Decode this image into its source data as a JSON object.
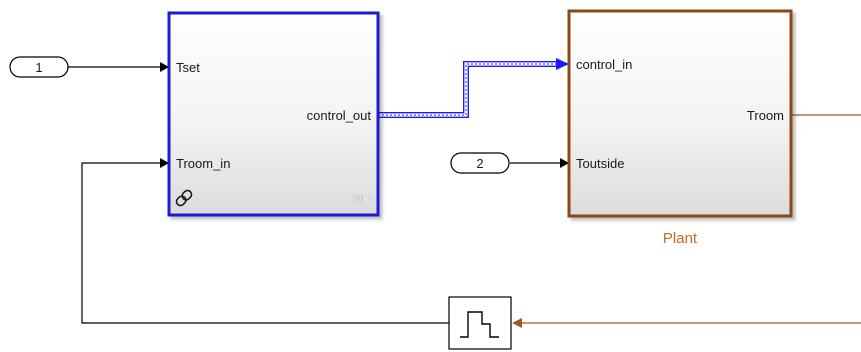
{
  "diagram": {
    "colors": {
      "signal": "#000000",
      "bus": "#1a1aff",
      "controller_border": "#1a1ad6",
      "plant_border": "#8a4a16",
      "plant_signal": "#9a5a1e",
      "plant_label": "#c56a1c"
    },
    "inports": [
      {
        "number": "1"
      },
      {
        "number": "2"
      }
    ],
    "controller": {
      "inputs": [
        "Tset",
        "Troom_in"
      ],
      "output": "control_out",
      "link_icon": "link-icon",
      "badge_icon": "subsystem-badge-icon"
    },
    "plant": {
      "name": "Plant",
      "inputs": [
        "control_in",
        "Toutside"
      ],
      "output": "Troom"
    },
    "delay_block": {
      "icon": "unit-delay-step-icon"
    }
  }
}
